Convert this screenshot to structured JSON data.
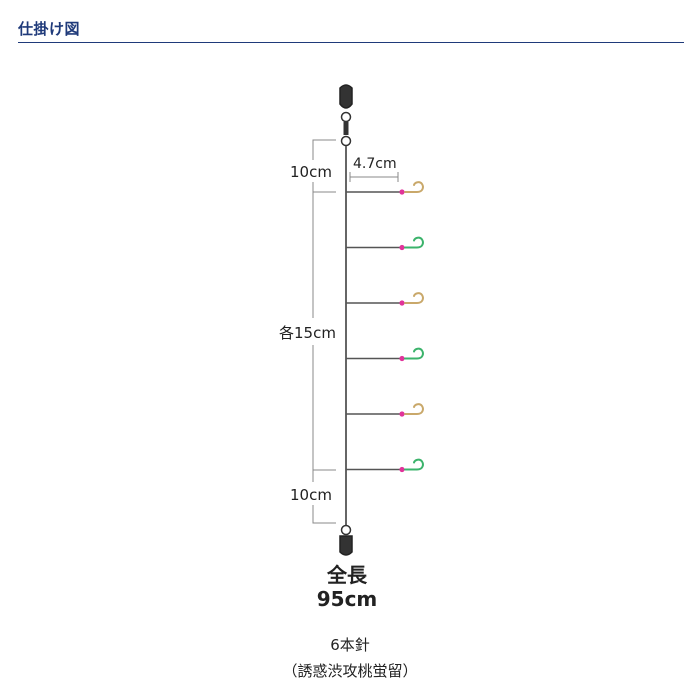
{
  "header": {
    "title": "仕掛け図"
  },
  "diagram": {
    "dim_top": "10cm",
    "dim_branch": "4.7cm",
    "dim_each": "各15cm",
    "dim_bottom": "10cm",
    "total_label": "全長",
    "total_value": "95cm"
  },
  "hooks": [
    {
      "color": "#c9a86a"
    },
    {
      "color": "#3bb36b"
    },
    {
      "color": "#c9a86a"
    },
    {
      "color": "#3bb36b"
    },
    {
      "color": "#c9a86a"
    },
    {
      "color": "#3bb36b"
    }
  ],
  "colors": {
    "bead": "#e0339a",
    "main_line": "#555555"
  },
  "caption": {
    "line1": "6本針",
    "line2": "（誘惑渋攻桃蛍留）"
  }
}
